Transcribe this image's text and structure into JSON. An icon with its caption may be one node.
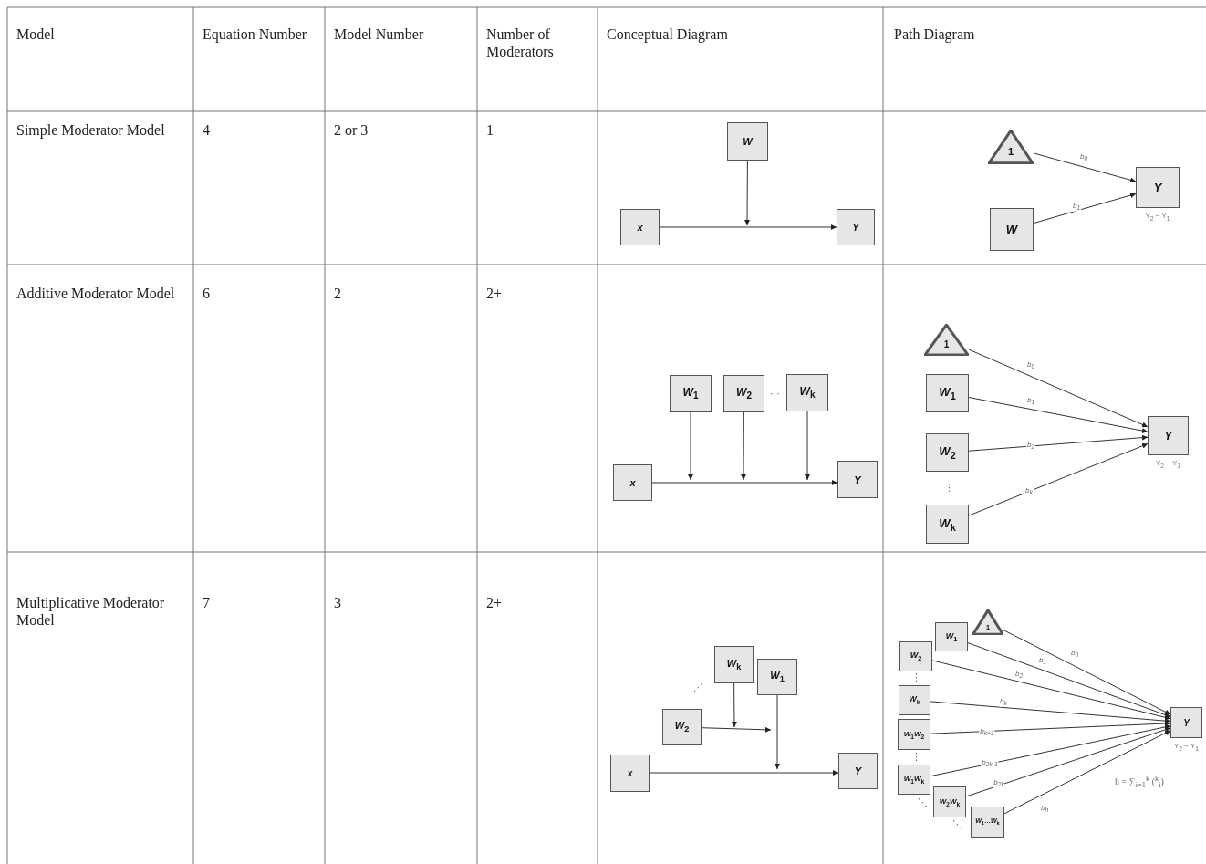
{
  "diagram": {
    "nodes": [
      {
        "text": [
          "*W*"
        ]
      },
      {
        "text": [
          "*x*"
        ]
      },
      {
        "text": [
          "*Y*"
        ]
      },
      {
        "text": [
          "1"
        ]
      },
      {
        "text": [
          "*Y*"
        ],
        "beside": [
          "Y$_{2}$ − Y$_{1}$"
        ]
      },
      {
        "text": [
          "*W*"
        ]
      },
      {
        "text": [
          "*W*$_{1}$"
        ]
      },
      {
        "text": [
          "*W*$_{2}$"
        ]
      },
      {
        "text": [
          "*W*$_{k}$"
        ]
      },
      {
        "text": [
          "*x*"
        ]
      },
      {
        "text": [
          "*Y*"
        ]
      },
      {
        "text": [
          "1"
        ]
      },
      {
        "text": [
          "*W*$_{1}$"
        ]
      },
      {
        "text": [
          "*W*$_{2}$"
        ]
      },
      {
        "text": [
          "*W*$_{k}$"
        ]
      },
      {
        "text": [
          "*Y*"
        ],
        "beside": [
          "Y$_{2}$ − Y$_{1}$"
        ]
      },
      {
        "text": [
          "*W*$_{k}$"
        ]
      },
      {
        "text": [
          "*W*$_{1}$"
        ]
      },
      {
        "text": [
          "*W*$_{2}$"
        ]
      },
      {
        "text": [
          "*x*"
        ]
      },
      {
        "text": [
          "*Y*"
        ]
      },
      {
        "text": [
          "*W*$_{1}$"
        ]
      },
      {
        "text": [
          "1"
        ]
      },
      {
        "text": [
          "*W*$_{2}$"
        ]
      },
      {
        "text": [
          "*W*$_{k}$"
        ]
      },
      {
        "text": [
          "*W*$_{1}$*W*$_{2}$"
        ]
      },
      {
        "text": [
          "*W*$_{1}$*W*$_{k}$"
        ]
      },
      {
        "text": [
          "*W*$_{2}$*W*$_{k}$"
        ]
      },
      {
        "text": [
          "*W*$_{1}$…*W*$_{k}$"
        ]
      },
      {
        "text": [
          "*Y*"
        ],
        "beside": [
          "Y$_{2}$ − Y$_{1}$"
        ]
      }
    ],
    "edges": [
      {
        "from": 1,
        "to": 2,
        "arrow": "to"
      },
      {
        "from": 0,
        "to": null,
        "arrow": "to"
      },
      {
        "from": 3,
        "to": 4,
        "arrow": "to",
        "label": "b$_{0}$"
      },
      {
        "from": 5,
        "to": 4,
        "arrow": "to",
        "label": "b$_{1}$"
      },
      {
        "from": 9,
        "to": 10,
        "arrow": "to"
      },
      {
        "from": 6,
        "to": null,
        "arrow": "to"
      },
      {
        "from": 7,
        "to": null,
        "arrow": "to"
      },
      {
        "from": 8,
        "to": null,
        "arrow": "to"
      },
      {
        "from": 11,
        "to": 15,
        "arrow": "to",
        "label": "b$_{0}$"
      },
      {
        "from": 12,
        "to": 15,
        "arrow": "to",
        "label": "b$_{1}$"
      },
      {
        "from": 13,
        "to": 15,
        "arrow": "to",
        "label": "b$_{2}$"
      },
      {
        "from": 14,
        "to": 15,
        "arrow": "to",
        "label": "b$_{k}$"
      },
      {
        "from": 19,
        "to": 20,
        "arrow": "to"
      },
      {
        "from": 17,
        "to": null,
        "arrow": "to"
      },
      {
        "from": 18,
        "to": null,
        "arrow": "to"
      },
      {
        "from": 16,
        "to": null,
        "arrow": "to"
      },
      {
        "from": 22,
        "to": 29,
        "arrow": "to",
        "label": "b$_{0}$"
      },
      {
        "from": 21,
        "to": 29,
        "arrow": "to",
        "label": "b$_{1}$"
      },
      {
        "from": 23,
        "to": 29,
        "arrow": "to",
        "label": "b$_{2}$"
      },
      {
        "from": 24,
        "to": 29,
        "arrow": "to",
        "label": "b$_{k}$"
      },
      {
        "from": 25,
        "to": 29,
        "arrow": "to",
        "label": "b$_{k+1}$"
      },
      {
        "from": 26,
        "to": 29,
        "arrow": "to",
        "label": "b$_{2k-1}$"
      },
      {
        "from": 27,
        "to": 29,
        "arrow": "to",
        "label": "b$_{2k}$"
      },
      {
        "from": 28,
        "to": 29,
        "arrow": "to",
        "label": "b$_{h}$"
      }
    ],
    "labels": [
      "Model",
      "Equation Number",
      "Model Number",
      "Number of Moderators",
      "Conceptual Diagram",
      "Path Diagram",
      "Simple Moderator Model",
      "4",
      "2 or 3",
      "1",
      "Additive Moderator Model",
      "6",
      "2",
      "2+",
      "Multiplicative Moderator Model",
      "7",
      "3",
      "2+",
      "⋯",
      "⋮",
      "⋰",
      "⋮",
      "⋮",
      "⋱",
      "⋱",
      "h = ∑$_{i=1}$$^{k}$ ($^{k}$$_{i}$)"
    ]
  }
}
